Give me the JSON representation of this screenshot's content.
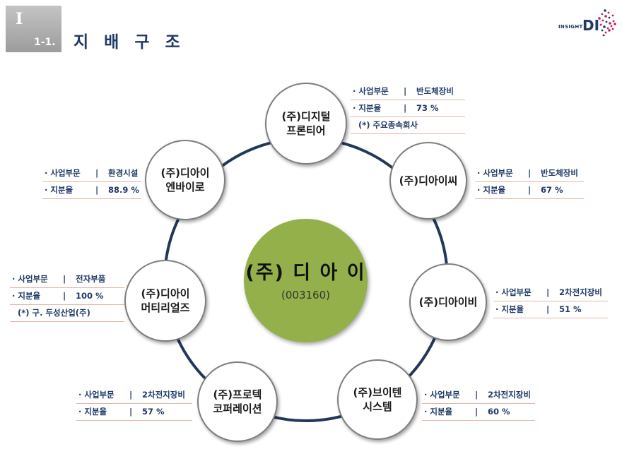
{
  "header": {
    "section_roman": "I",
    "section_number": "1-1.",
    "title": "지 배 구 조"
  },
  "logo": {
    "insight": "INSIGHT",
    "di": "DI",
    "dot_color": "#c41e5a"
  },
  "colors": {
    "ring": "#22385a",
    "center_fill": "#93b04a",
    "text": "#1f3a66",
    "divider": "#e2b6a3"
  },
  "center": {
    "name": "(주) 디 아 이",
    "code": "(003160)"
  },
  "subsidiaries": [
    {
      "name": "(주)디지털\n프론티어",
      "info": [
        {
          "label": "· 사업부문",
          "sep": "|",
          "value": "반도체장비"
        },
        {
          "label": "· 지분율",
          "sep": "|",
          "value": "73 %"
        },
        {
          "note": "(*) 주요종속회사"
        }
      ]
    },
    {
      "name": "(주)디아이씨",
      "info": [
        {
          "label": "· 사업부문",
          "sep": "|",
          "value": "반도체장비"
        },
        {
          "label": "· 지분율",
          "sep": "|",
          "value": "67 %"
        }
      ]
    },
    {
      "name": "(주)디아이비",
      "info": [
        {
          "label": "· 사업부문",
          "sep": "|",
          "value": "2차전지장비"
        },
        {
          "label": "· 지분율",
          "sep": "|",
          "value": "51 %"
        }
      ]
    },
    {
      "name": "(주)브이텐\n시스템",
      "info": [
        {
          "label": "· 사업부문",
          "sep": "|",
          "value": "2차전지장비"
        },
        {
          "label": "· 지분율",
          "sep": "|",
          "value": "60 %"
        }
      ]
    },
    {
      "name": "(주)프로텍\n코퍼레이션",
      "info": [
        {
          "label": "· 사업부문",
          "sep": "|",
          "value": "2차전지장비"
        },
        {
          "label": "· 지분율",
          "sep": "|",
          "value": "57 %"
        }
      ]
    },
    {
      "name": "(주)디아이\n머티리얼즈",
      "info": [
        {
          "label": "· 사업부문",
          "sep": "|",
          "value": "전자부품"
        },
        {
          "label": "· 지분율",
          "sep": "|",
          "value": "100 %"
        },
        {
          "note": "(*) 구. 두성산업(주)"
        }
      ]
    },
    {
      "name": "(주)디아이\n엔바이로",
      "info": [
        {
          "label": "· 사업부문",
          "sep": "|",
          "value": "환경시설"
        },
        {
          "label": "· 지분율",
          "sep": "|",
          "value": "88.9 %"
        }
      ]
    }
  ]
}
